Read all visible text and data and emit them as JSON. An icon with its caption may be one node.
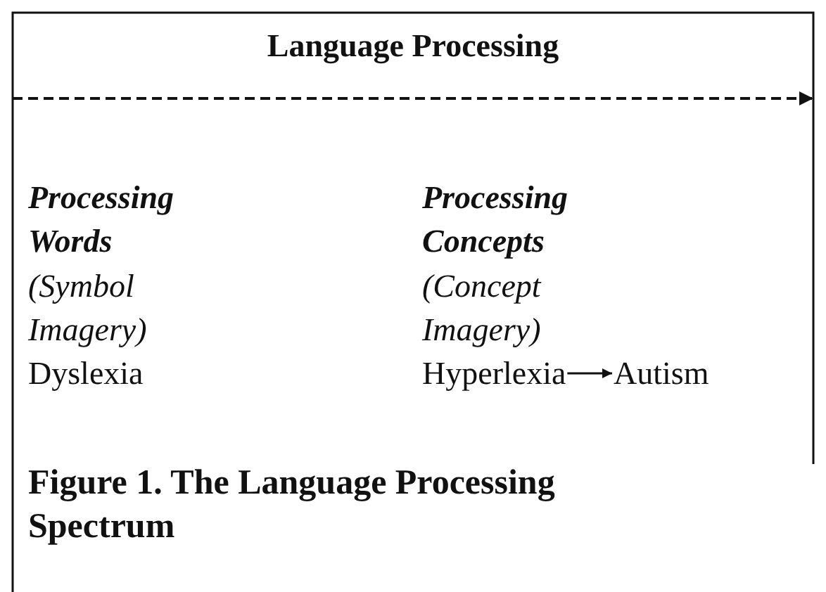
{
  "diagram": {
    "title": "Language Processing",
    "caption": "Figure 1. The Language Processing Spectrum",
    "nodes": [
      {
        "text": [
          "Hyperlexia"
        ]
      },
      {
        "text": [
          "Autism"
        ]
      }
    ],
    "edges": [
      {
        "from": 0,
        "to": 1,
        "arrow": "to"
      }
    ],
    "labels": [
      "Processing Words",
      "Processing Concepts",
      "(Symbol Imagery)",
      "(Concept Imagery)",
      "Dyslexia"
    ]
  }
}
